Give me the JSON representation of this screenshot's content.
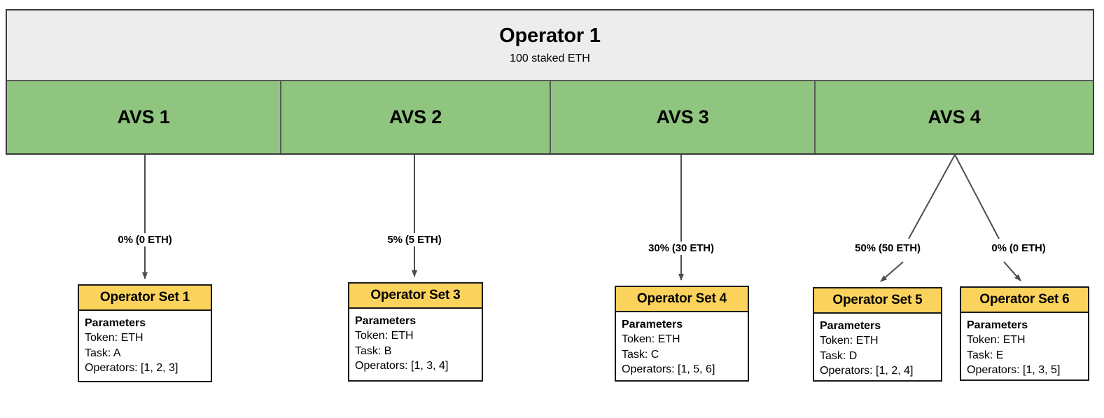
{
  "diagram": {
    "operator": {
      "title": "Operator 1",
      "subtitle": "100 staked ETH"
    },
    "avs": [
      {
        "label": "AVS 1"
      },
      {
        "label": "AVS 2"
      },
      {
        "label": "AVS 3"
      },
      {
        "label": "AVS 4"
      }
    ],
    "edges": [
      {
        "label": "0% (0 ETH)",
        "from": "AVS 1",
        "to": "Operator Set 1"
      },
      {
        "label": "5% (5 ETH)",
        "from": "AVS 2",
        "to": "Operator Set 3"
      },
      {
        "label": "30% (30 ETH)",
        "from": "AVS 3",
        "to": "Operator Set 4"
      },
      {
        "label": "50% (50 ETH)",
        "from": "AVS 4",
        "to": "Operator Set 5"
      },
      {
        "label": "0% (0 ETH)",
        "from": "AVS 4",
        "to": "Operator Set 6"
      }
    ],
    "operator_sets": [
      {
        "title": "Operator Set 1",
        "params_label": "Parameters",
        "token": "Token: ETH",
        "task": "Task: A",
        "operators": "Operators: [1, 2, 3]"
      },
      {
        "title": "Operator Set 3",
        "params_label": "Parameters",
        "token": "Token: ETH",
        "task": "Task: B",
        "operators": "Operators: [1, 3, 4]"
      },
      {
        "title": "Operator Set 4",
        "params_label": "Parameters",
        "token": "Token: ETH",
        "task": "Task: C",
        "operators": "Operators: [1, 5, 6]"
      },
      {
        "title": "Operator Set 5",
        "params_label": "Parameters",
        "token": "Token: ETH",
        "task": "Task: D",
        "operators": "Operators: [1, 2, 4]"
      },
      {
        "title": "Operator Set 6",
        "params_label": "Parameters",
        "token": "Token: ETH",
        "task": "Task: E",
        "operators": "Operators: [1, 3, 5]"
      }
    ],
    "colors": {
      "avs_fill": "#8fc57f",
      "operator_fill": "#ededed",
      "opset_header_fill": "#fbd35c",
      "stroke": "#1a1a1a",
      "connector": "#4d4d4d"
    }
  }
}
